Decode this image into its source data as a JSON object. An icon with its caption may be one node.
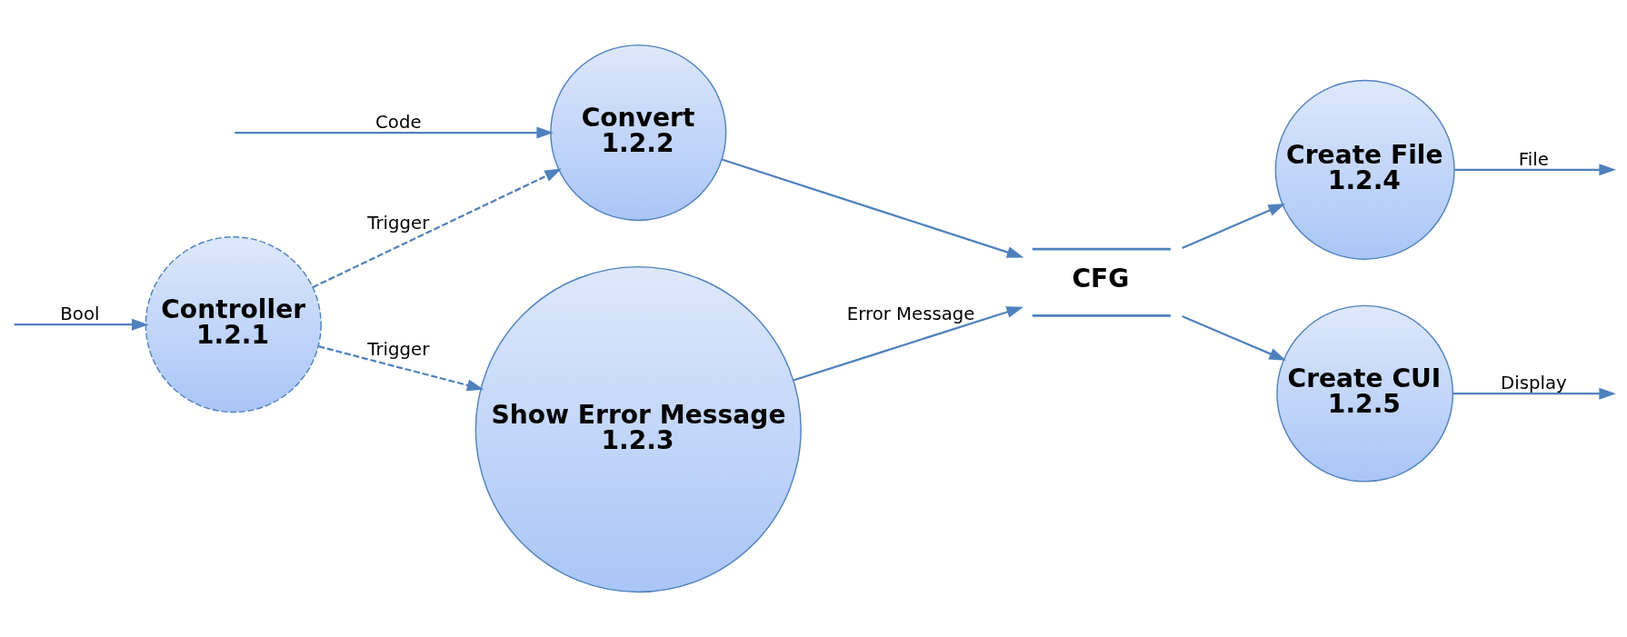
{
  "diagram": {
    "nodes": [
      {
        "text": [
          "Controller",
          "1.2.1"
        ]
      },
      {
        "text": [
          "Convert",
          "1.2.2"
        ]
      },
      {
        "text": [
          "Show Error Message",
          "1.2.3"
        ]
      },
      {
        "text": [
          "CFG"
        ]
      },
      {
        "text": [
          "Create File",
          "1.2.4"
        ]
      },
      {
        "text": [
          "Create CUI",
          "1.2.5"
        ]
      }
    ],
    "edges": [
      {
        "from": null,
        "to": 0,
        "arrow": "to",
        "label": "Bool"
      },
      {
        "from": null,
        "to": 1,
        "arrow": "to",
        "label": "Code"
      },
      {
        "from": 0,
        "to": 1,
        "arrow": "to",
        "label": "Trigger",
        "style": "dashed"
      },
      {
        "from": 0,
        "to": 2,
        "arrow": "to",
        "label": "Trigger",
        "style": "dashed"
      },
      {
        "from": 1,
        "to": 3,
        "arrow": "to"
      },
      {
        "from": 2,
        "to": 3,
        "arrow": "to",
        "label": "Error Message"
      },
      {
        "from": 3,
        "to": 4,
        "arrow": "to"
      },
      {
        "from": 3,
        "to": 5,
        "arrow": "to"
      },
      {
        "from": 4,
        "to": null,
        "arrow": "to",
        "label": "File"
      },
      {
        "from": 5,
        "to": null,
        "arrow": "to",
        "label": "Display"
      }
    ]
  }
}
